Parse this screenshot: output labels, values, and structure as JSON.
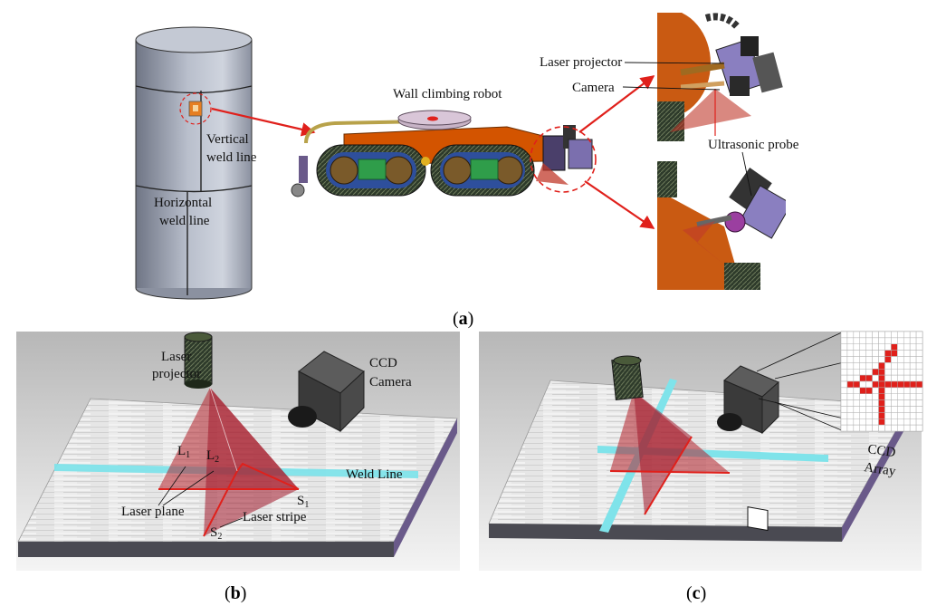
{
  "panel_a": {
    "caption_open": "(",
    "caption_letter": "a",
    "caption_close": ")",
    "vertical_weld_line_1": "Vertical",
    "vertical_weld_line_2": "weld line",
    "horizontal_weld_line_1": "Horizontal",
    "horizontal_weld_line_2": "weld line",
    "wall_climbing_robot": "Wall climbing robot",
    "laser_projector": "Laser projector",
    "camera": "Camera",
    "ultrasonic_probe": "Ultrasonic probe"
  },
  "panel_b": {
    "caption_open": "(",
    "caption_letter": "b",
    "caption_close": ")",
    "laser_projector_1": "Laser",
    "laser_projector_2": "projector",
    "ccd_camera_1": "CCD",
    "ccd_camera_2": "Camera",
    "l1": "L",
    "l1_sub": "1",
    "l2": "L",
    "l2_sub": "2",
    "weld_line": "Weld Line",
    "laser_plane": "Laser plane",
    "laser_stripe": "Laser stripe",
    "s1": "S",
    "s1_sub": "1",
    "s2": "S",
    "s2_sub": "2"
  },
  "panel_c": {
    "caption_open": "(",
    "caption_letter": "c",
    "caption_close": ")",
    "ccd_array_1": "CCD",
    "ccd_array_2": "Array"
  },
  "colors": {
    "arrow_red": "#e0201b",
    "laser_red": "#c0392b",
    "weld_cyan": "#7fe3ea",
    "robot_orange": "#d35400",
    "track_blue": "#2e4f9c",
    "tank_gray": "#9aa0ad"
  }
}
